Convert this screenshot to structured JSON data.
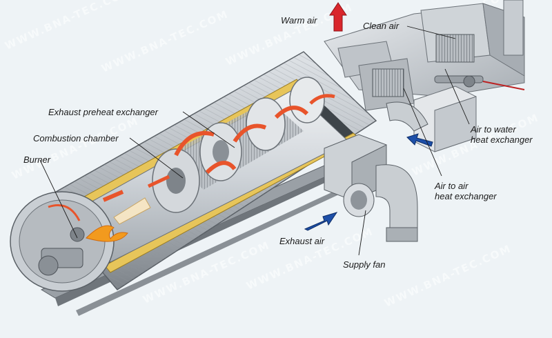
{
  "labels": {
    "warm_air": "Warm air",
    "clean_air": "Clean air",
    "exhaust_preheat": "Exhaust preheat exchanger",
    "combustion_chamber": "Combustion chamber",
    "burner": "Burner",
    "air_to_water": "Air to water\nheat exchanger",
    "air_to_air": "Air to air\nheat exchanger",
    "exhaust_air": "Exhaust air",
    "supply_fan": "Supply fan"
  },
  "watermark": "WWW.BNA-TEC.COM",
  "colors": {
    "warm_air_arrow": "#d9262c",
    "cool_air_arrow": "#1d4fa8",
    "flow_arrow": "#e8542b",
    "flame": "#f29a1e",
    "insulation": "#e7c55a",
    "steel": "#b9bec4"
  }
}
